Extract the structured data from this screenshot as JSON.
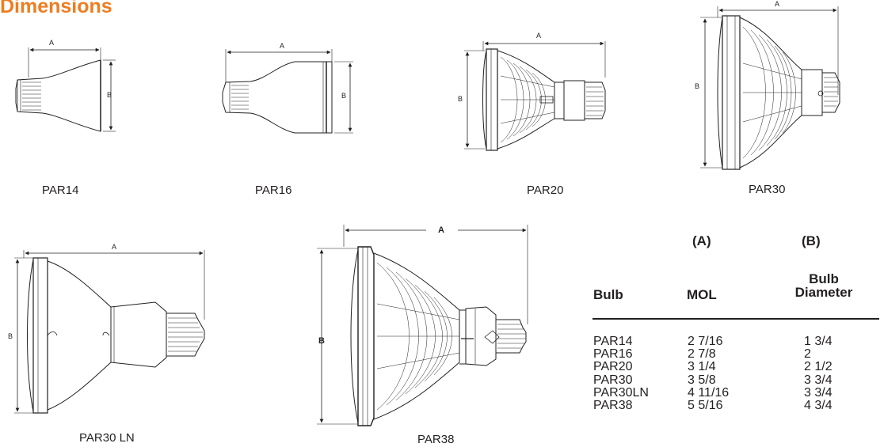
{
  "title": "Dimensions",
  "dimension_labels": {
    "a": "A",
    "b": "B"
  },
  "bulbs": [
    {
      "id": "par14",
      "caption": "PAR14"
    },
    {
      "id": "par16",
      "caption": "PAR16"
    },
    {
      "id": "par20",
      "caption": "PAR20"
    },
    {
      "id": "par30",
      "caption": "PAR30"
    },
    {
      "id": "par30ln",
      "caption": "PAR30 LN"
    },
    {
      "id": "par38",
      "caption": "PAR38"
    }
  ],
  "table": {
    "group_headers": {
      "a": "(A)",
      "b": "(B)"
    },
    "column_headers": {
      "bulb": "Bulb",
      "mol": "MOL",
      "diameter_line1": "Bulb",
      "diameter_line2": "Diameter"
    },
    "rows": [
      {
        "bulb": "PAR14",
        "mol": "2 7/16",
        "diameter": "1 3/4"
      },
      {
        "bulb": "PAR16",
        "mol": "2 7/8",
        "diameter": "2"
      },
      {
        "bulb": "PAR20",
        "mol": "3 1/4",
        "diameter": "2 1/2"
      },
      {
        "bulb": "PAR30",
        "mol": "3 5/8",
        "diameter": "3 3/4"
      },
      {
        "bulb": "PAR30LN",
        "mol": "4 11/16",
        "diameter": "3 3/4"
      },
      {
        "bulb": "PAR38",
        "mol": "5 5/16",
        "diameter": "4 3/4"
      }
    ]
  },
  "colors": {
    "title": "#ee7d21",
    "text": "#231f20",
    "line": "#231f20"
  }
}
